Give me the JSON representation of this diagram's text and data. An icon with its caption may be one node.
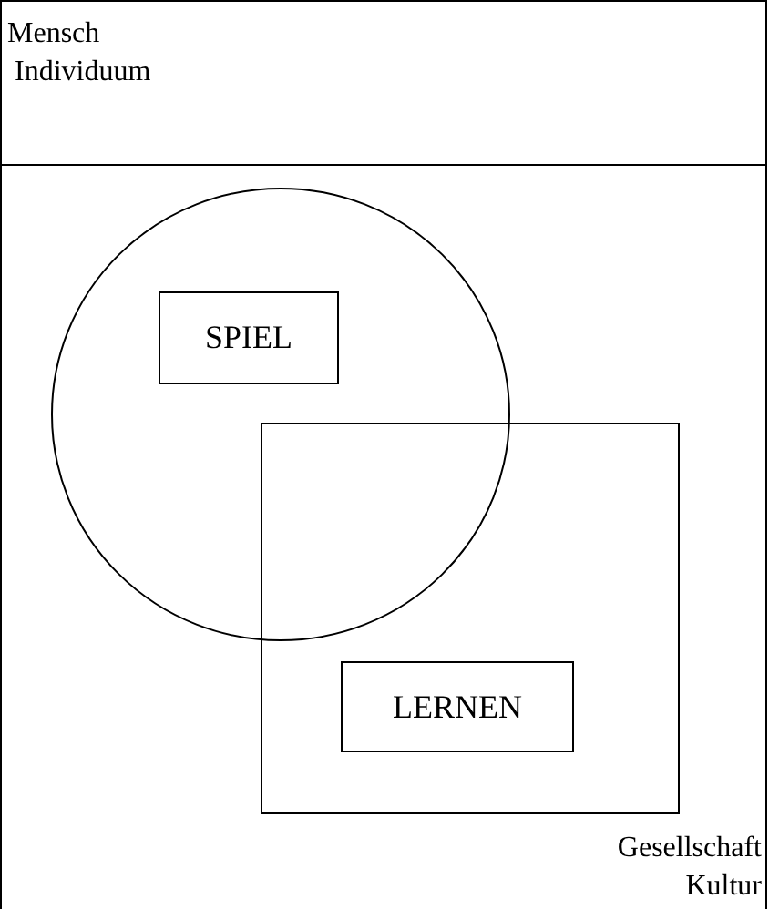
{
  "diagram": {
    "nodes": [
      {
        "text": [
          "Mensch Individuum"
        ]
      },
      {
        "text": [
          "Gesellschaft Kultur"
        ]
      },
      {
        "text": [],
        "shape": "circle",
        "in": 1
      },
      {
        "text": [
          "SPIEL"
        ],
        "in": 2
      },
      {
        "text": [],
        "shape": "box",
        "in": 1
      },
      {
        "text": [
          "LERNEN"
        ],
        "in": 4
      }
    ]
  }
}
